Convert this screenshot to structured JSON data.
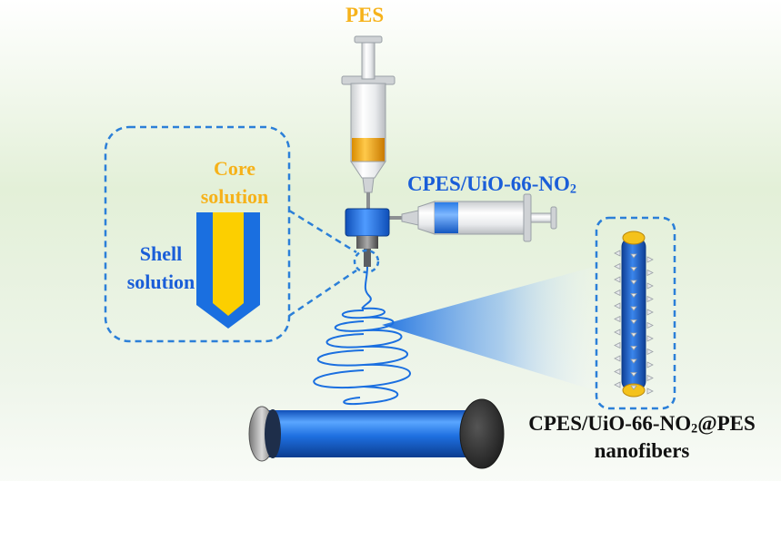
{
  "labels": {
    "core_syringe": "PES",
    "shell_syringe": "CPES/UiO-66-NO",
    "shell_syringe_sub": "2",
    "core_line1": "Core",
    "core_line2": "solution",
    "shell_line1": "Shell",
    "shell_line2": "solution",
    "product_main": "CPES/UiO-66-NO",
    "product_sub": "2",
    "product_suffix": "@PES",
    "product_line2": "nanofibers"
  },
  "colors": {
    "core": "#fccf00",
    "shell": "#1a6fe0",
    "accent_label": "#f6b21a",
    "callout_border": "#2b7fd8",
    "text_dark": "#111111"
  },
  "icons": [
    "syringe-core",
    "syringe-shell",
    "coaxial-nozzle",
    "spray-cone",
    "fiber-coil",
    "collector-drum",
    "nanofiber"
  ]
}
